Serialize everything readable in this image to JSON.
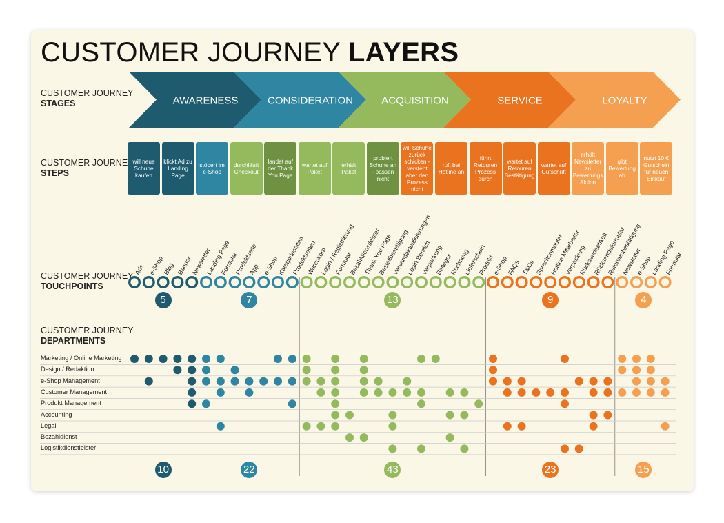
{
  "title": {
    "main": "CUSTOMER JOURNEY",
    "bold": "LAYERS"
  },
  "row_labels": {
    "stages": {
      "line1": "CUSTOMER JOURNEY",
      "line2": "STAGES"
    },
    "steps": {
      "line1": "CUSTOMER JOURNEY",
      "line2": "STEPS"
    },
    "touchpoints": {
      "line1": "CUSTOMER JOURNEY",
      "line2": "TOUCHPOINTS"
    },
    "departments": {
      "line1": "CUSTOMER JOURNEY",
      "line2": "DEPARTMENTS"
    }
  },
  "colors": {
    "awareness": "#1f5b6e",
    "consideration": "#2f86a2",
    "acquisition": "#95ba5e",
    "acquisition_dark": "#6e9142",
    "service": "#ea7320",
    "loyalty": "#f4a050",
    "line": "#7a7a7a"
  },
  "stages": [
    {
      "label": "AWARENESS",
      "color": "#1f5b6e"
    },
    {
      "label": "CONSIDERATION",
      "color": "#2f86a2"
    },
    {
      "label": "ACQUISITION",
      "color": "#95ba5e"
    },
    {
      "label": "SERVICE",
      "color": "#ea7320"
    },
    {
      "label": "LOYALTY",
      "color": "#f4a050"
    }
  ],
  "steps": [
    {
      "label": "will neue Schuhe kaufen",
      "color": "#1f5b6e"
    },
    {
      "label": "klickt Ad zu Landing Page",
      "color": "#1f5b6e"
    },
    {
      "label": "stöbert im e-Shop",
      "color": "#2f86a2"
    },
    {
      "label": "durchläuft Checkout",
      "color": "#95ba5e"
    },
    {
      "label": "landet auf der Thank You Page",
      "color": "#6e9142"
    },
    {
      "label": "wartet auf Paket",
      "color": "#95ba5e"
    },
    {
      "label": "erhält Paket",
      "color": "#95ba5e"
    },
    {
      "label": "probiert Schuhe an - passen nicht",
      "color": "#6e9142"
    },
    {
      "label": "will Schuhe zurück schicken - versteht aber den Prozess nicht",
      "color": "#ea7320"
    },
    {
      "label": "ruft bei Hotline an",
      "color": "#ea7320"
    },
    {
      "label": "führt Retouren Prozess durch",
      "color": "#ea7320"
    },
    {
      "label": "wartet auf Retouren Bestätigung",
      "color": "#ea7320"
    },
    {
      "label": "wartet auf Gutschrift",
      "color": "#ea7320"
    },
    {
      "label": "erhält Newsletter zu Bewertungs Aktion",
      "color": "#f4a050"
    },
    {
      "label": "gibt Bewertung ab",
      "color": "#f4a050"
    },
    {
      "label": "nutzt 10 € Gutschein für neuen Einkauf",
      "color": "#f4a050"
    }
  ],
  "touchpoints": [
    {
      "label": "Ads",
      "color": "#1f5b6e"
    },
    {
      "label": "e-Shop",
      "color": "#1f5b6e"
    },
    {
      "label": "Blog",
      "color": "#1f5b6e"
    },
    {
      "label": "Banner",
      "color": "#1f5b6e"
    },
    {
      "label": "Newsletter",
      "color": "#1f5b6e"
    },
    {
      "label": "Landing Page",
      "color": "#2f86a2"
    },
    {
      "label": "Formular",
      "color": "#2f86a2"
    },
    {
      "label": "Produktseite",
      "color": "#2f86a2"
    },
    {
      "label": "App",
      "color": "#2f86a2"
    },
    {
      "label": "e-Shop",
      "color": "#2f86a2"
    },
    {
      "label": "Kategorieseiten",
      "color": "#2f86a2"
    },
    {
      "label": "Produktseiten",
      "color": "#2f86a2"
    },
    {
      "label": "Warenkorb",
      "color": "#95ba5e"
    },
    {
      "label": "Login / Registrierung",
      "color": "#95ba5e"
    },
    {
      "label": "Formular",
      "color": "#95ba5e"
    },
    {
      "label": "Bezahldienstleister",
      "color": "#95ba5e"
    },
    {
      "label": "Thank You Page",
      "color": "#95ba5e"
    },
    {
      "label": "Bestellbestätigung",
      "color": "#95ba5e"
    },
    {
      "label": "Versandaktualisierungen",
      "color": "#95ba5e"
    },
    {
      "label": "Login Bereich",
      "color": "#95ba5e"
    },
    {
      "label": "Verpackung",
      "color": "#95ba5e"
    },
    {
      "label": "Beileger",
      "color": "#95ba5e"
    },
    {
      "label": "Rechnung",
      "color": "#95ba5e"
    },
    {
      "label": "Lieferschein",
      "color": "#95ba5e"
    },
    {
      "label": "Produkt",
      "color": "#95ba5e"
    },
    {
      "label": "e-Shop",
      "color": "#ea7320"
    },
    {
      "label": "FAQs",
      "color": "#ea7320"
    },
    {
      "label": "T&Cs",
      "color": "#ea7320"
    },
    {
      "label": "Sprachcomputer",
      "color": "#ea7320"
    },
    {
      "label": "Hotline Mitarbeiter",
      "color": "#ea7320"
    },
    {
      "label": "Verpackung",
      "color": "#ea7320"
    },
    {
      "label": "Rücksendeetikett",
      "color": "#ea7320"
    },
    {
      "label": "Rücksendeformular",
      "color": "#ea7320"
    },
    {
      "label": "Retourenbestätigung",
      "color": "#ea7320"
    },
    {
      "label": "Newsletter",
      "color": "#f4a050"
    },
    {
      "label": "e-Shop",
      "color": "#f4a050"
    },
    {
      "label": "Landing Page",
      "color": "#f4a050"
    },
    {
      "label": "Formular",
      "color": "#f4a050"
    }
  ],
  "touchpoint_counts": [
    {
      "value": "5",
      "color": "#1f5b6e",
      "col": 2
    },
    {
      "value": "7",
      "color": "#2f86a2",
      "col": 8
    },
    {
      "value": "13",
      "color": "#95ba5e",
      "col": 18
    },
    {
      "value": "9",
      "color": "#ea7320",
      "col": 29
    },
    {
      "value": "4",
      "color": "#f4a050",
      "col": 35.5
    }
  ],
  "department_counts": [
    {
      "value": "10",
      "color": "#1f5b6e",
      "col": 2
    },
    {
      "value": "22",
      "color": "#2f86a2",
      "col": 8
    },
    {
      "value": "43",
      "color": "#95ba5e",
      "col": 18
    },
    {
      "value": "23",
      "color": "#ea7320",
      "col": 29
    },
    {
      "value": "15",
      "color": "#f4a050",
      "col": 35.5
    }
  ],
  "departments": [
    {
      "label": "Marketing / Online Marketing",
      "dots": [
        0,
        1,
        2,
        3,
        4,
        5,
        6,
        10,
        11,
        12,
        14,
        16,
        20,
        21,
        25,
        30,
        34,
        35,
        36
      ]
    },
    {
      "label": "Design / Redaktion",
      "dots": [
        3,
        4,
        5,
        7,
        12,
        14,
        16,
        25,
        34,
        35,
        36
      ]
    },
    {
      "label": "e-Shop Management",
      "dots": [
        1,
        4,
        5,
        6,
        7,
        8,
        9,
        10,
        11,
        12,
        13,
        14,
        16,
        17,
        19,
        25,
        26,
        27,
        31,
        32,
        33,
        35,
        36,
        37
      ]
    },
    {
      "label": "Customer Management",
      "dots": [
        4,
        6,
        8,
        13,
        14,
        16,
        17,
        18,
        19,
        20,
        22,
        23,
        26,
        27,
        28,
        29,
        30,
        32,
        33,
        34,
        35,
        36,
        37
      ]
    },
    {
      "label": "Produkt Management",
      "dots": [
        4,
        5,
        11,
        14,
        20,
        24,
        30
      ]
    },
    {
      "label": "Accounting",
      "dots": [
        14,
        15,
        18,
        22,
        23,
        32,
        33
      ]
    },
    {
      "label": "Legal",
      "dots": [
        6,
        12,
        13,
        14,
        18,
        26,
        27,
        32,
        37
      ]
    },
    {
      "label": "Bezahldienst",
      "dots": [
        15,
        16,
        22
      ]
    },
    {
      "label": "Logistikdienstleister",
      "dots": [
        18,
        20,
        23,
        30,
        31
      ]
    }
  ]
}
